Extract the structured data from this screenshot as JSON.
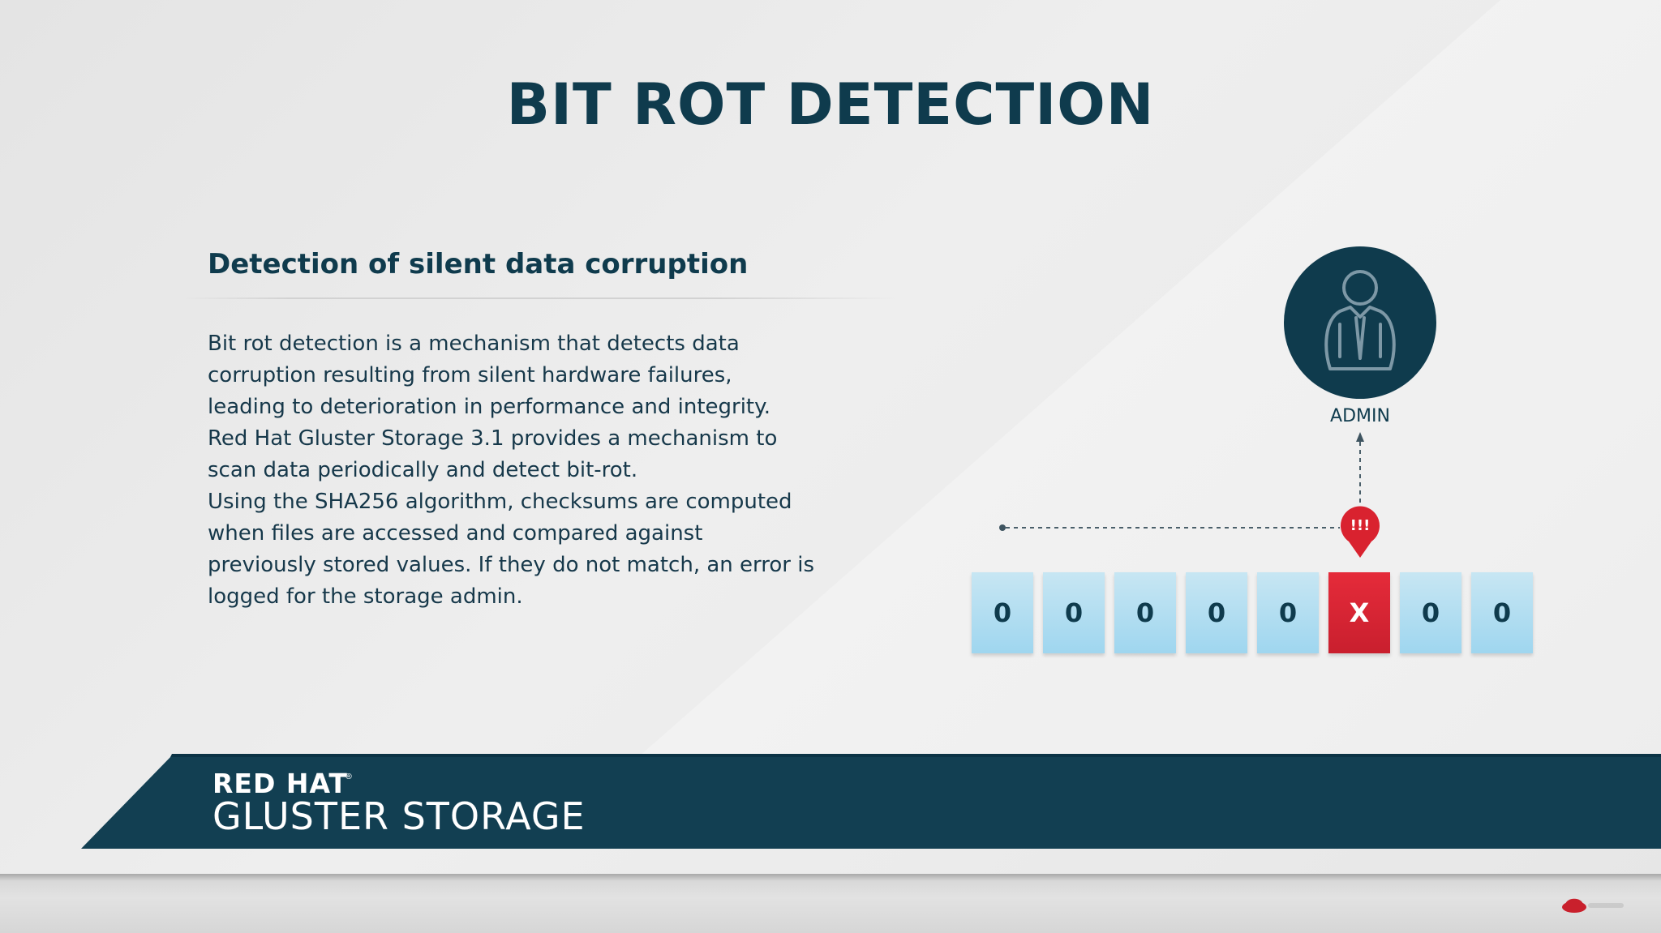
{
  "slide": {
    "title": "BIT ROT DETECTION",
    "subtitle": "Detection of silent data corruption",
    "body_lines": [
      "Bit rot detection is a mechanism that detects data",
      "corruption resulting from silent hardware failures,",
      "leading to deterioration in performance and integrity.",
      "Red Hat Gluster Storage 3.1 provides a mechanism to",
      "scan data periodically and detect bit-rot.",
      "Using the SHA256 algorithm, checksums are computed",
      "when files are accessed and compared against",
      "previously stored values. If they do not match, an error is",
      "logged for the storage admin."
    ]
  },
  "diagram": {
    "admin_label": "ADMIN",
    "admin_icon": "person-with-tie-icon",
    "alert_text": "!!!",
    "bits": [
      "0",
      "0",
      "0",
      "0",
      "0",
      "X",
      "0",
      "0"
    ],
    "error_bit_index": 5
  },
  "banner": {
    "brand_line1": "RED HAT",
    "registered_mark": "®",
    "brand_line2": "GLUSTER STORAGE"
  },
  "colors": {
    "navy": "#0f3b4d",
    "bit_blue": "#a8daf0",
    "alert_red": "#d9222f",
    "background": "#e8e8e8"
  }
}
